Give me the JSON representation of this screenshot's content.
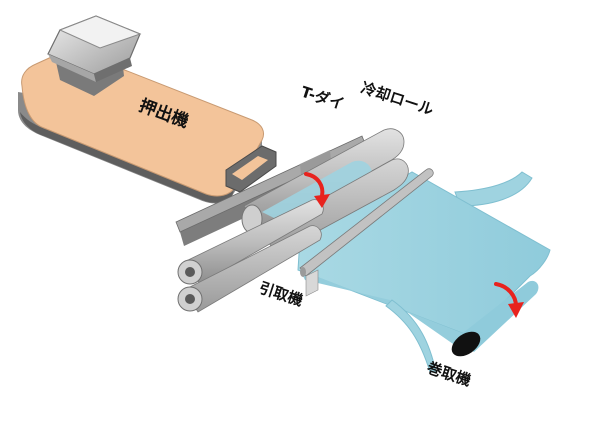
{
  "labels": {
    "extruder": "押出機",
    "t_die": "T-ダイ",
    "chill_roll": "冷却ロール",
    "haul_off": "引取機",
    "winder": "巻取機"
  },
  "colors": {
    "extruder_top": "#f3c49a",
    "extruder_body": "#8a8a8a",
    "film": "#9fd3e0",
    "film_edge": "#7fbfd0",
    "roll": "#b9b9b9",
    "arrow": "#e8231e"
  }
}
